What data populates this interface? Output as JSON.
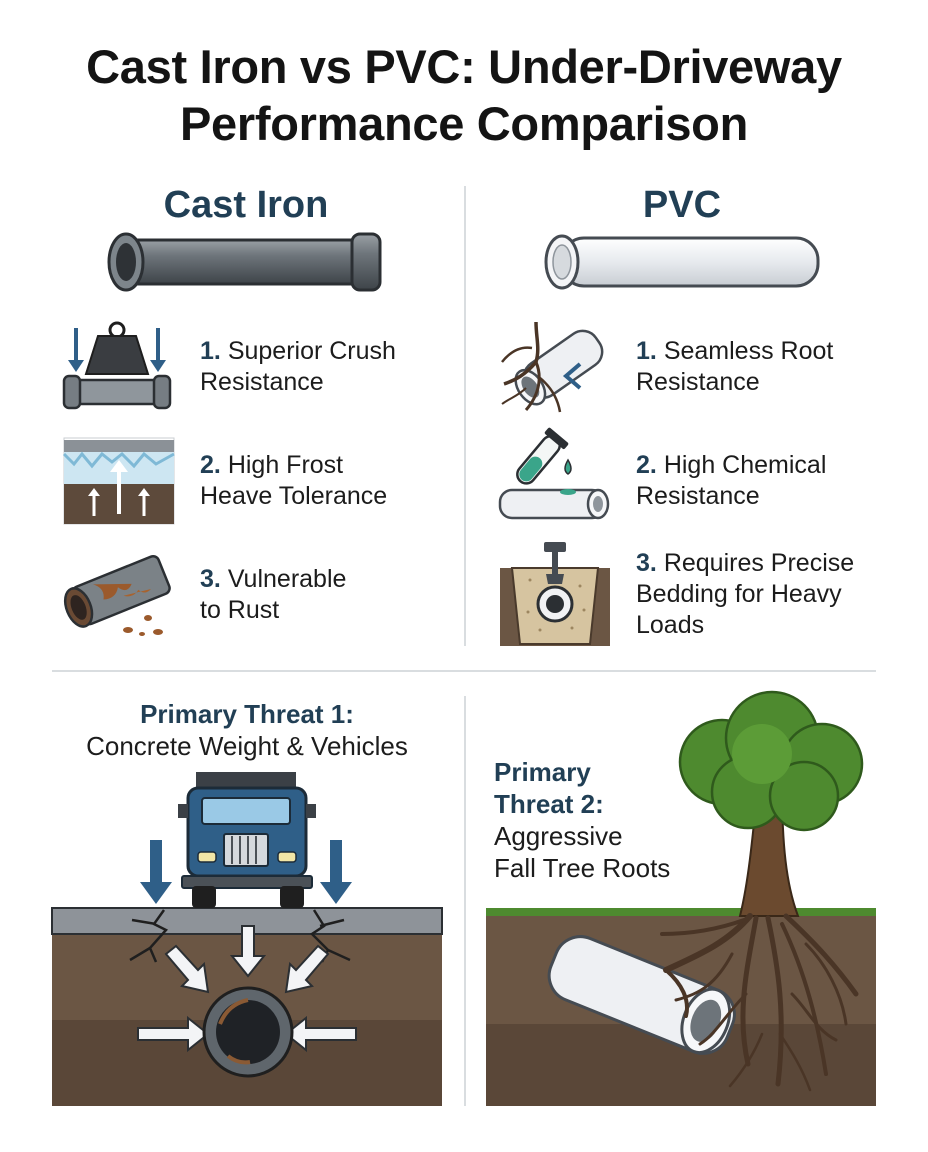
{
  "title": {
    "line1": "Cast Iron vs PVC: Under-Driveway",
    "line2": "Performance Comparison"
  },
  "columns": {
    "left": {
      "heading": "Cast Iron",
      "features": [
        {
          "num": "1.",
          "line1": "Superior Crush",
          "line2": "Resistance",
          "icon": "crush-weight-icon"
        },
        {
          "num": "2.",
          "line1": "High Frost",
          "line2": "Heave Tolerance",
          "icon": "frost-heave-icon"
        },
        {
          "num": "3.",
          "line1": "Vulnerable",
          "line2": "to Rust",
          "icon": "rusted-pipe-icon"
        }
      ]
    },
    "right": {
      "heading": "PVC",
      "features": [
        {
          "num": "1.",
          "line1": "Seamless Root",
          "line2": "Resistance",
          "icon": "root-pipe-icon"
        },
        {
          "num": "2.",
          "line1": "High Chemical",
          "line2": "Resistance",
          "icon": "chemical-test-tube-icon"
        },
        {
          "num": "3.",
          "line1": "Requires Precise",
          "line2": "Bedding for Heavy",
          "line3": "Loads",
          "icon": "trench-bedding-icon"
        }
      ]
    }
  },
  "threats": {
    "one": {
      "label": "Primary Threat 1:",
      "desc": "Concrete Weight & Vehicles"
    },
    "two": {
      "label1": "Primary",
      "label2": "Threat 2:",
      "desc1": "Aggressive",
      "desc2": "Fall Tree Roots"
    }
  },
  "colors": {
    "heading": "#213f55",
    "soil": "#6b5644",
    "truck": "#2f5f88",
    "tree": "#4e8a2f",
    "divider": "#d9dde0"
  }
}
